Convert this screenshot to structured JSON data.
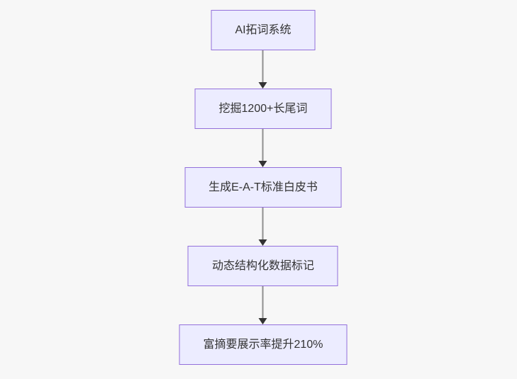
{
  "diagram": {
    "type": "flowchart",
    "direction": "top-down",
    "style": {
      "background": "#f7f7f7",
      "node_fill": "#ECECFF",
      "node_border": "#9370DB",
      "node_text_color": "#333333",
      "edge_line_color": "#8f8f8f",
      "arrowhead_color": "#333333"
    },
    "nodes": [
      {
        "label": "AI拓词系统"
      },
      {
        "label": "挖掘1200+长尾词"
      },
      {
        "label": "生成E-A-T标准白皮书"
      },
      {
        "label": "动态结构化数据标记"
      },
      {
        "label": "富摘要展示率提升210%"
      }
    ],
    "edges": [
      {
        "from": 0,
        "to": 1
      },
      {
        "from": 1,
        "to": 2
      },
      {
        "from": 2,
        "to": 3
      },
      {
        "from": 3,
        "to": 4
      }
    ]
  }
}
